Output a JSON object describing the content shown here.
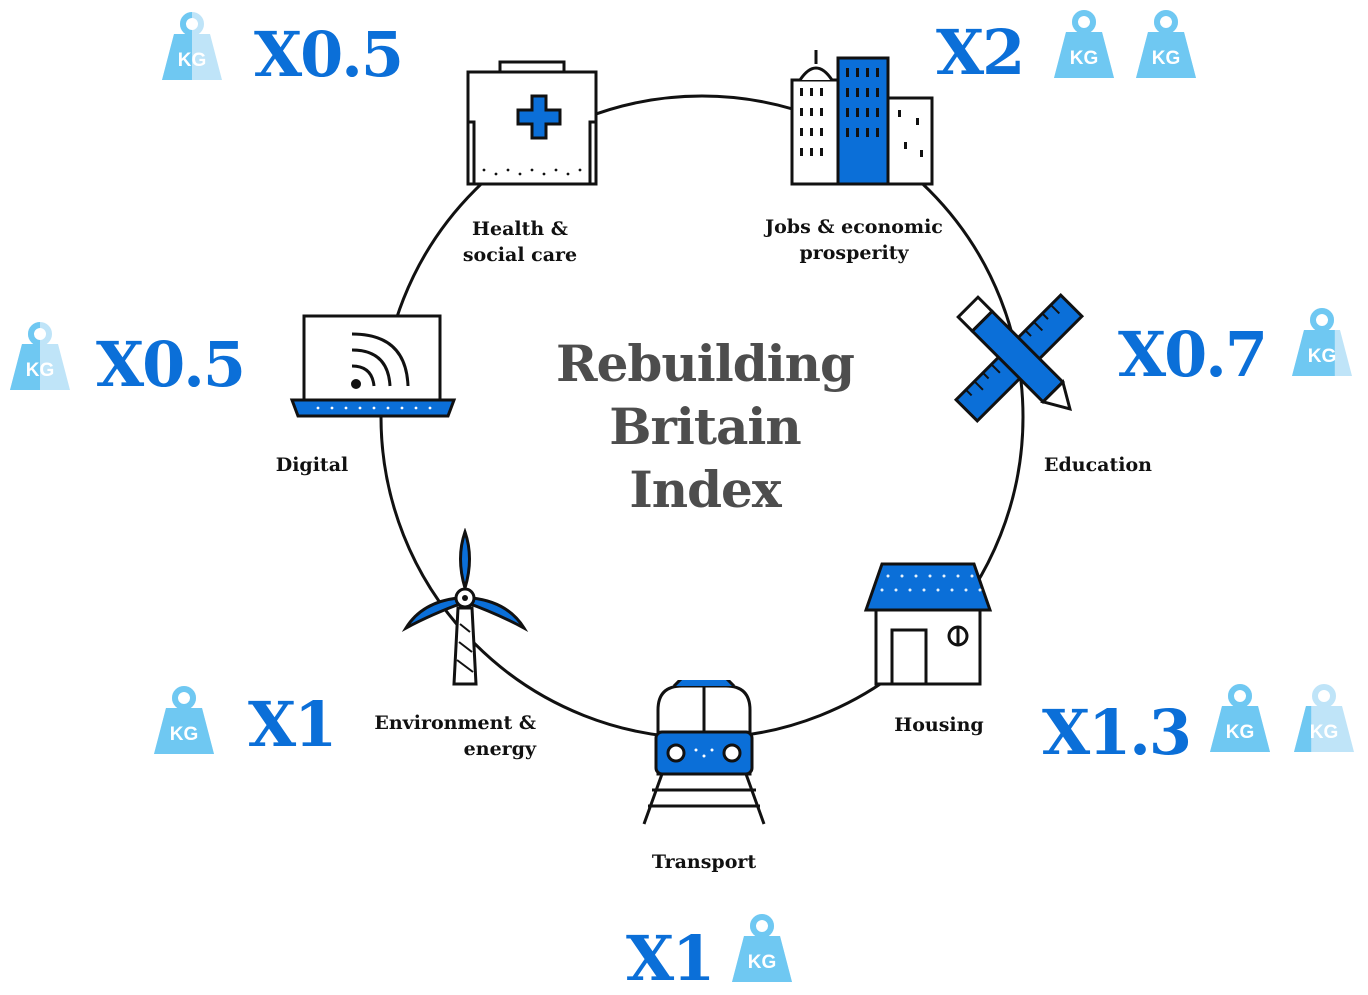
{
  "title": {
    "line1": "Rebuilding",
    "line2": "Britain",
    "line3": "Index"
  },
  "colors": {
    "accent": "#0b6fd8",
    "weight_light": "#6fc8f2",
    "weight_lighter": "#bfe4f8",
    "title": "#4d4d4d",
    "ink": "#111111"
  },
  "nodes": [
    {
      "id": "health",
      "label_lines": [
        "Health &",
        "social care"
      ],
      "multiplier": "X0.5",
      "weights": [
        0.5
      ],
      "icon": "medical-kit-icon"
    },
    {
      "id": "jobs",
      "label_lines": [
        "Jobs & economic",
        "prosperity"
      ],
      "multiplier": "X2",
      "weights": [
        1,
        1
      ],
      "icon": "city-buildings-icon"
    },
    {
      "id": "education",
      "label_lines": [
        "Education"
      ],
      "multiplier": "X0.7",
      "weights": [
        0.7
      ],
      "icon": "ruler-pencil-icon"
    },
    {
      "id": "housing",
      "label_lines": [
        "Housing"
      ],
      "multiplier": "X1.3",
      "weights": [
        1,
        0.3
      ],
      "icon": "house-icon"
    },
    {
      "id": "transport",
      "label_lines": [
        "Transport"
      ],
      "multiplier": "X1",
      "weights": [
        1
      ],
      "icon": "train-icon"
    },
    {
      "id": "environment",
      "label_lines": [
        "Environment &",
        "energy"
      ],
      "multiplier": "X1",
      "weights": [
        1
      ],
      "icon": "wind-turbine-icon"
    },
    {
      "id": "digital",
      "label_lines": [
        "Digital"
      ],
      "multiplier": "X0.5",
      "weights": [
        0.5
      ],
      "icon": "laptop-wifi-icon"
    }
  ],
  "weight_text": "KG"
}
